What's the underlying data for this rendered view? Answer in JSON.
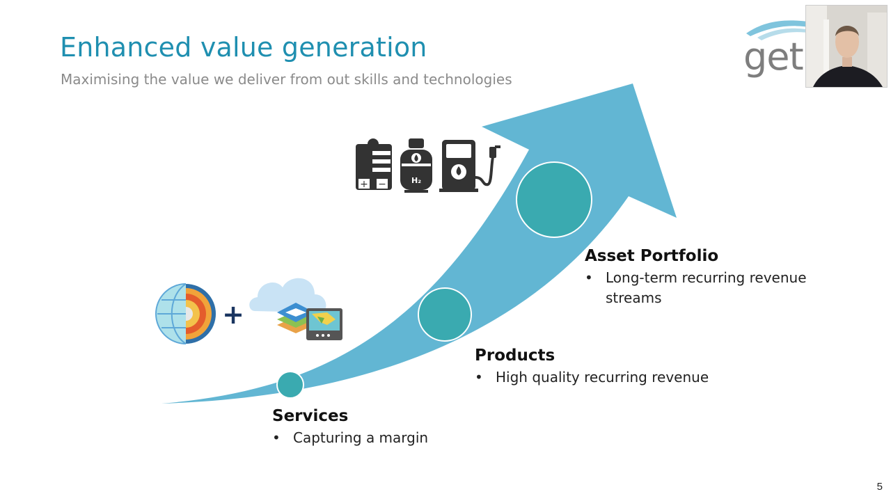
{
  "slide": {
    "title": "Enhanced value generation",
    "subtitle": "Maximising the value we deliver from out skills and technologies",
    "page_number": "5"
  },
  "logo": {
    "text": "get"
  },
  "stages": {
    "services": {
      "title": "Services",
      "bullet": "Capturing a margin"
    },
    "products": {
      "title": "Products",
      "bullet": "High quality recurring revenue"
    },
    "asset_portfolio": {
      "title": "Asset Portfolio",
      "bullet_line1": "Long-term recurring revenue",
      "bullet_line2": "streams"
    }
  },
  "bullet_symbol": "•",
  "plus_symbol": "+",
  "colors": {
    "title": "#1f8fb0",
    "arrow": "#62b6d3",
    "circle": "#3aaab0",
    "icon_dark": "#333333"
  },
  "icons": [
    "earth-core-icon",
    "cloud-data-icon",
    "battery-icon",
    "hydrogen-tank-icon",
    "hydrogen-pump-icon"
  ],
  "h2_label": "H₂"
}
